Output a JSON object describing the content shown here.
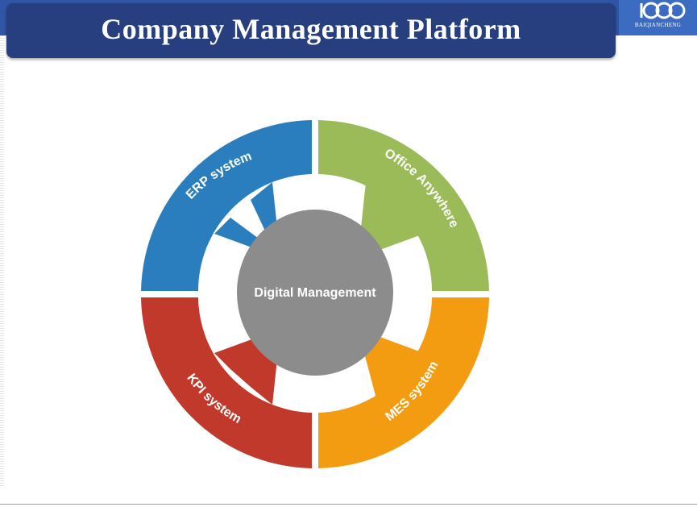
{
  "header": {
    "title": "Company Management Platform"
  },
  "logo": {
    "caption": "BAIQIANCHENG",
    "icon": "rings-logo-icon"
  },
  "diagram": {
    "center_label": "Digital Management",
    "segments": [
      {
        "label": "ERP system",
        "color": "#2a7ebd"
      },
      {
        "label": "Office Anywhere",
        "color": "#9bbb59"
      },
      {
        "label": "MES system",
        "color": "#f39c12"
      },
      {
        "label": "KPI system",
        "color": "#c0392b"
      }
    ],
    "center_color": "#8c8c8c"
  }
}
